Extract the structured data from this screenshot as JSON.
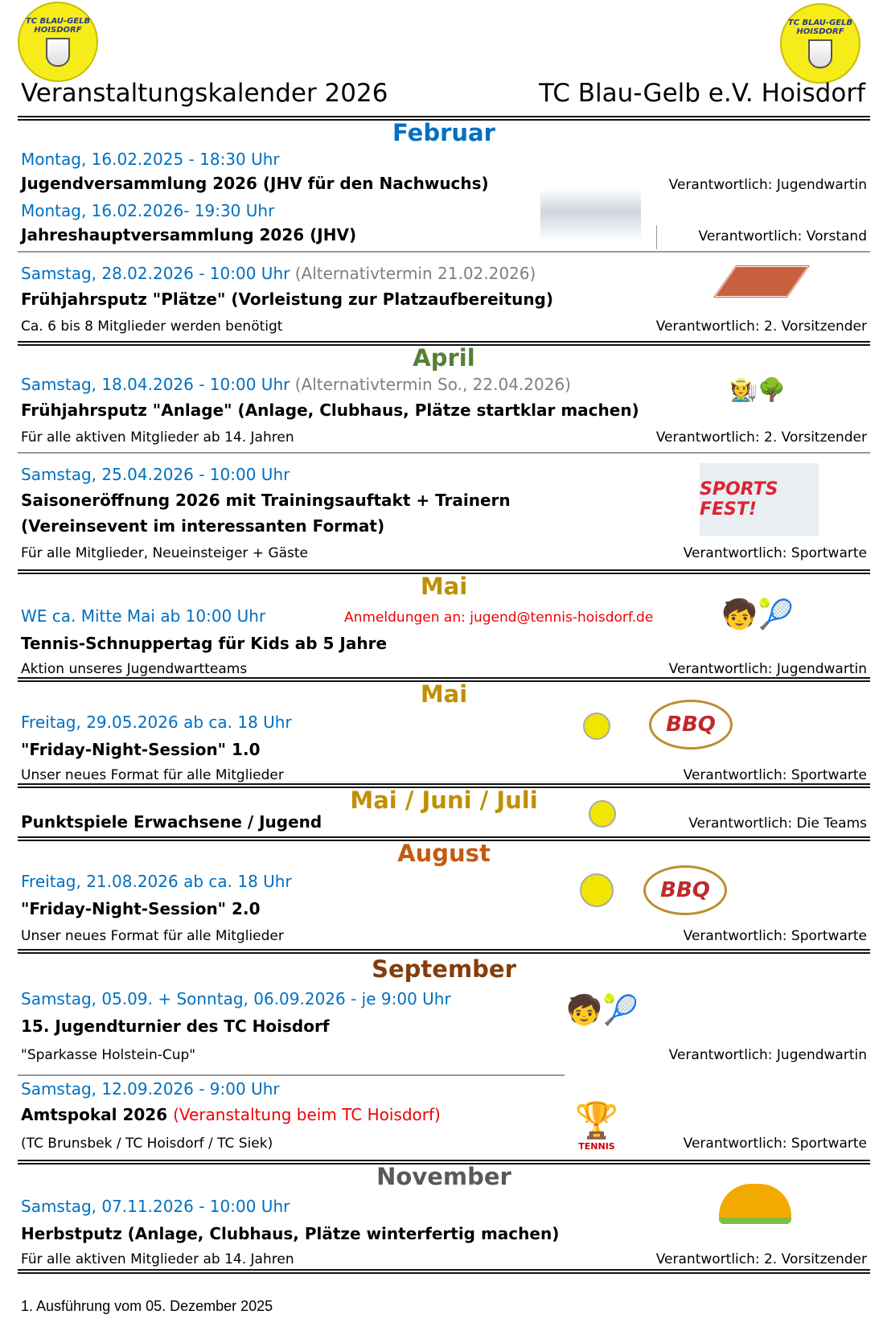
{
  "header": {
    "title": "Veranstaltungskalender 2026",
    "club": "TC Blau-Gelb e.V. Hoisdorf",
    "logo_text": "TC BLAU-GELB HOISDORF"
  },
  "colors": {
    "date": "#0070c0",
    "februar": "#0070c0",
    "april": "#538135",
    "mai": "#bf9000",
    "august": "#c55a11",
    "september": "#843c0c",
    "november": "#595959",
    "highlight": "#ee0000"
  },
  "sections": [
    {
      "month": "Februar",
      "events": [
        {
          "date": "Montag, 16.02.2025 - 18:30 Uhr",
          "title": "Jugendversammlung 2026 (JHV für den Nachwuchs)",
          "resp": "Verantwortlich: Jugendwartin"
        },
        {
          "date": "Montag, 16.02.2026- 19:30 Uhr",
          "title": "Jahreshauptversammlung 2026 (JHV)",
          "resp": "Verantwortlich: Vorstand"
        },
        {
          "date": "Samstag, 28.02.2026 - 10:00 Uhr",
          "alt": "(Alternativtermin 21.02.2026)",
          "title": "Frühjahrsputz \"Plätze\" (Vorleistung zur Platzaufbereitung)",
          "note": "Ca. 6 bis 8 Mitglieder werden benötigt",
          "resp": "Verantwortlich:  2. Vorsitzender"
        }
      ]
    },
    {
      "month": "April",
      "events": [
        {
          "date": "Samstag, 18.04.2026 - 10:00 Uhr",
          "alt": "(Alternativtermin So., 22.04.2026)",
          "title": "Frühjahrsputz \"Anlage\" (Anlage, Clubhaus, Plätze startklar machen)",
          "note": "Für alle aktiven Mitglieder ab 14. Jahren",
          "resp": "Verantwortlich: 2. Vorsitzender"
        },
        {
          "date": "Samstag, 25.04.2026 - 10:00 Uhr",
          "title": "Saisoneröffnung 2026 mit Trainingsauftakt + Trainern",
          "title2": "(Vereinsevent im interessanten Format)",
          "note": "Für alle Mitglieder, Neueinsteiger + Gäste",
          "resp": "Verantwortlich: Sportwarte",
          "image_text": "SPORTS FEST!"
        }
      ]
    },
    {
      "month": "Mai",
      "events": [
        {
          "date": "WE ca. Mitte Mai ab 10:00 Uhr",
          "extra": "Anmeldungen an: jugend@tennis-hoisdorf.de",
          "title": "Tennis-Schnuppertag für Kids ab 5 Jahre",
          "note": "Aktion unseres Jugendwartteams",
          "resp": "Verantwortlich: Jugendwartin"
        }
      ]
    },
    {
      "month": "Mai",
      "events": [
        {
          "date": "Freitag, 29.05.2026 ab ca. 18 Uhr",
          "title": "\"Friday-Night-Session\" 1.0",
          "note": "Unser neues Format für alle Mitglieder",
          "resp": "Verantwortlich: Sportwarte",
          "image_text": "BBQ"
        }
      ]
    },
    {
      "month": "Mai / Juni / Juli",
      "events": [
        {
          "title": "Punktspiele Erwachsene / Jugend",
          "resp": "Verantwortlich: Die Teams"
        }
      ]
    },
    {
      "month": "August",
      "events": [
        {
          "date": "Freitag, 21.08.2026 ab ca. 18 Uhr",
          "title": "\"Friday-Night-Session\" 2.0",
          "note": "Unser neues Format für alle Mitglieder",
          "resp": "Verantwortlich: Sportwarte",
          "image_text": "BBQ"
        }
      ]
    },
    {
      "month": "September",
      "events": [
        {
          "date": "Samstag, 05.09. + Sonntag, 06.09.2026 - je 9:00 Uhr",
          "title": "15. Jugendturnier des TC Hoisdorf",
          "note": "\"Sparkasse Holstein-Cup\"",
          "resp": "Verantwortlich: Jugendwartin"
        },
        {
          "date": "Samstag, 12.09.2026 - 9:00 Uhr",
          "title": "Amtspokal 2026",
          "extra": "(Veranstaltung beim TC Hoisdorf)",
          "note": "(TC Brunsbek / TC Hoisdorf / TC Siek)",
          "resp": "Verantwortlich: Sportwarte",
          "image_text": "TENNIS"
        }
      ]
    },
    {
      "month": "November",
      "events": [
        {
          "date": "Samstag, 07.11.2026 - 10:00 Uhr",
          "title": "Herbstputz (Anlage, Clubhaus, Plätze winterfertig machen)",
          "note": "Für alle aktiven Mitglieder ab 14. Jahren",
          "resp": "Verantwortlich: 2. Vorsitzender"
        }
      ]
    }
  ],
  "footer": "1. Ausführung vom 05. Dezember 2025"
}
